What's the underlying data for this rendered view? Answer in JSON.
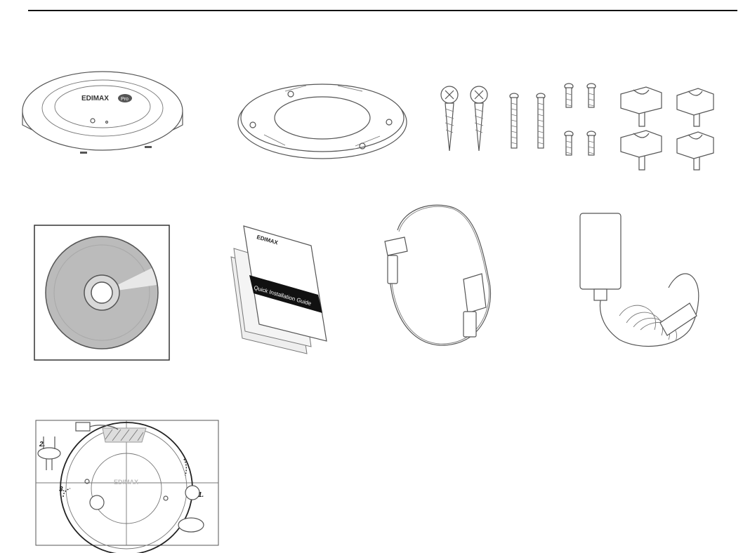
{
  "page": {
    "items": {
      "access_point": {
        "brand_text": "EDIMAX",
        "badge_text": "Pro"
      },
      "mounting_bracket": {},
      "screws_anchors": {},
      "cable_clips": {},
      "cd": {},
      "quick_guide": {
        "brand_text": "EDIMAX",
        "title_text": "Quick Installation Guide"
      },
      "ethernet_cable": {},
      "power_adapter": {},
      "mounting_template": {
        "step_labels": [
          "1.",
          "2.",
          "3."
        ],
        "watermark_text": "EDIMAX"
      }
    }
  }
}
